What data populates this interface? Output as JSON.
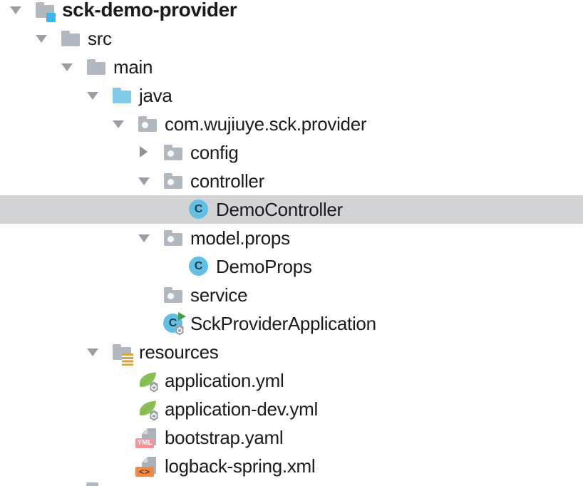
{
  "window": {
    "title": "project-tree",
    "background": "#ffffff"
  },
  "colors": {
    "text": "#1b1b1d",
    "selection": "#d2d3d4",
    "chevron": "#9ba0a6",
    "chevron-dark": "#8d9197",
    "folder": "#b1b8c0",
    "java-blue": "#7fcbe9",
    "project-badge-blue": "#40b5e8",
    "resources-gold": "#d9a23b",
    "class-blue": "#61c0e3",
    "class-letter": "#243c49",
    "run-green": "#3fa34d",
    "badge-gray": "#99a0a8",
    "spring-green": "#8cbf56",
    "page-gray": "#aab1b8",
    "yml-pink": "#f59397",
    "xml-orange": "#ec8a47"
  },
  "icons": {
    "class_letter": "C",
    "yml_badge": "YML",
    "xml_badge": "<>"
  },
  "tree": {
    "indent_base": 14,
    "indent_step": 36,
    "items": [
      {
        "label": "sck-demo-provider",
        "depth": 0,
        "icon": "project-folder",
        "chevron": "down",
        "bold": true,
        "selected": false
      },
      {
        "label": "src",
        "depth": 1,
        "icon": "folder",
        "chevron": "down",
        "bold": false,
        "selected": false
      },
      {
        "label": "main",
        "depth": 2,
        "icon": "folder",
        "chevron": "down",
        "bold": false,
        "selected": false
      },
      {
        "label": "java",
        "depth": 3,
        "icon": "source-folder",
        "chevron": "down",
        "bold": false,
        "selected": false
      },
      {
        "label": "com.wujiuye.sck.provider",
        "depth": 4,
        "icon": "package-folder",
        "chevron": "down",
        "bold": false,
        "selected": false
      },
      {
        "label": "config",
        "depth": 5,
        "icon": "package-folder",
        "chevron": "right",
        "bold": false,
        "selected": false
      },
      {
        "label": "controller",
        "depth": 5,
        "icon": "package-folder",
        "chevron": "down",
        "bold": false,
        "selected": false
      },
      {
        "label": "DemoController",
        "depth": 6,
        "icon": "class",
        "chevron": "none",
        "bold": false,
        "selected": true
      },
      {
        "label": "model.props",
        "depth": 5,
        "icon": "package-folder",
        "chevron": "down",
        "bold": false,
        "selected": false
      },
      {
        "label": "DemoProps",
        "depth": 6,
        "icon": "class",
        "chevron": "none",
        "bold": false,
        "selected": false
      },
      {
        "label": "service",
        "depth": 5,
        "icon": "package-folder",
        "chevron": "none",
        "bold": false,
        "selected": false
      },
      {
        "label": "SckProviderApplication",
        "depth": 5,
        "icon": "main-class",
        "chevron": "none",
        "bold": false,
        "selected": false
      },
      {
        "label": "resources",
        "depth": 3,
        "icon": "resources-folder",
        "chevron": "down",
        "bold": false,
        "selected": false
      },
      {
        "label": "application.yml",
        "depth": 4,
        "icon": "spring-config",
        "chevron": "none",
        "bold": false,
        "selected": false
      },
      {
        "label": "application-dev.yml",
        "depth": 4,
        "icon": "spring-config",
        "chevron": "none",
        "bold": false,
        "selected": false
      },
      {
        "label": "bootstrap.yaml",
        "depth": 4,
        "icon": "yml-file",
        "chevron": "none",
        "bold": false,
        "selected": false
      },
      {
        "label": "logback-spring.xml",
        "depth": 4,
        "icon": "xml-file",
        "chevron": "none",
        "bold": false,
        "selected": false
      }
    ]
  }
}
